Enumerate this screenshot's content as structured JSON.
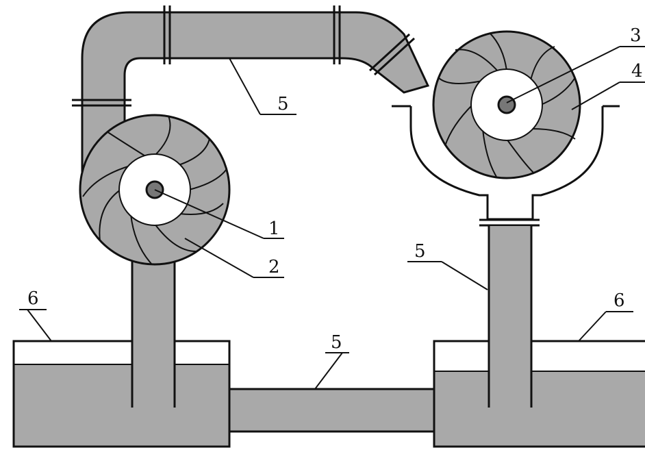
{
  "colors": {
    "fill": "#a9a9a9",
    "water": "#a9a9a9",
    "stroke": "#111111",
    "background": "#ffffff"
  },
  "labels": {
    "shaft_left": "1",
    "wheel_left": "2",
    "shaft_right": "3",
    "wheel_right": "4",
    "pipe_top": "5",
    "pipe_right": "5",
    "pipe_bottom": "5",
    "tank_left": "6",
    "tank_right": "6"
  }
}
